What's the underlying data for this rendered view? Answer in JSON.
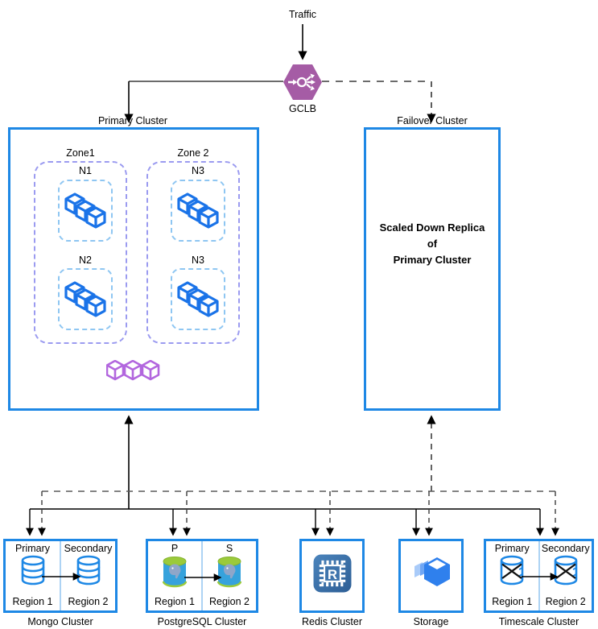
{
  "top": {
    "traffic_label": "Traffic",
    "gclb_label": "GCLB"
  },
  "clusters": {
    "primary": {
      "label": "Primary Cluster",
      "zones": [
        {
          "label": "Zone1",
          "nodes": [
            "N1",
            "N2"
          ]
        },
        {
          "label": "Zone 2",
          "nodes": [
            "N3",
            "N3"
          ]
        }
      ]
    },
    "failover": {
      "label": "Failover Cluster",
      "body": "Scaled Down Replica\nof\nPrimary Cluster"
    }
  },
  "databases": [
    {
      "name": "Mongo Cluster",
      "left_role": "Primary",
      "right_role": "Secondary",
      "left_region": "Region 1",
      "right_region": "Region 2"
    },
    {
      "name": "PostgreSQL Cluster",
      "left_role": "P",
      "right_role": "S",
      "left_region": "Region 1",
      "right_region": "Region 2"
    },
    {
      "name": "Redis Cluster",
      "icon_letter": "R"
    },
    {
      "name": "Storage"
    },
    {
      "name": "Timescale Cluster",
      "left_role": "Primary",
      "right_role": "Secondary",
      "left_region": "Region 1",
      "right_region": "Region 2"
    }
  ],
  "colors": {
    "accent_blue": "#1E88E5",
    "node_cube_blue": "#1A73E8",
    "pod_purple": "#B266DE",
    "gclb_purple": "#A55CA5",
    "zone_border_purple": "#9B9BF0",
    "node_border_blue": "#8EC6F2",
    "postgres_body_blue": "#36A2DC",
    "postgres_green": "#9BCA3B",
    "redis_chip_blue": "#3E74AC",
    "storage_blue": "#2F80ED",
    "dashed_line_grey": "#5B5B5B"
  }
}
